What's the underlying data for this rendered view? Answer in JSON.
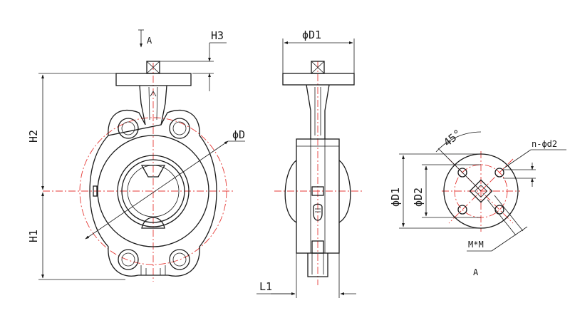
{
  "drawing": {
    "labels": {
      "h3": "H3",
      "d1_side": "ϕD1",
      "d": "ϕD",
      "h2": "H2",
      "h1": "H1",
      "l1": "L1",
      "angle": "45°",
      "nd2": "n-ϕd2",
      "d1_flange": "ϕD1",
      "d2_flange": "ϕD2",
      "mm": "M*M",
      "view_a": "A",
      "arrow_a": "A"
    },
    "colors": {
      "outline": "#1a1a1a",
      "centerline": "#e53935"
    }
  }
}
